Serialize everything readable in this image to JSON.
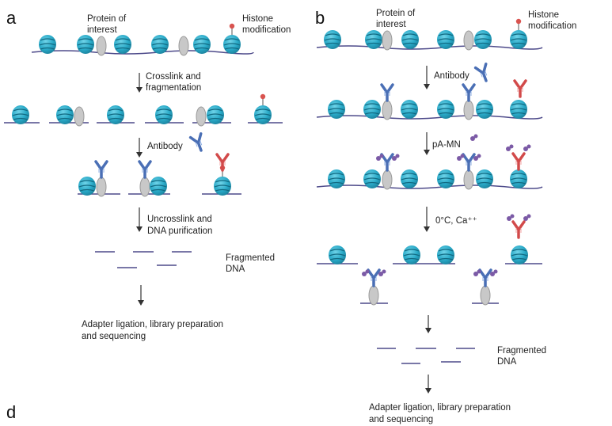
{
  "panel_a": {
    "letter": "a",
    "protein_label": [
      "Protein of",
      "interest"
    ],
    "histone_label": [
      "Histone",
      "modification"
    ],
    "step1": [
      "Crosslink and",
      "fragmentation"
    ],
    "step2": [
      "Antibody"
    ],
    "step3": [
      "Uncrosslink and",
      "DNA purification"
    ],
    "fragmented": [
      "Fragmented",
      "DNA"
    ],
    "final": [
      "Adapter ligation, library preparation",
      "and sequencing"
    ]
  },
  "panel_b": {
    "letter": "b",
    "protein_label": [
      "Protein of",
      "interest"
    ],
    "histone_label": [
      "Histone",
      "modification"
    ],
    "step1": [
      "Antibody"
    ],
    "step2": [
      "pA-MN"
    ],
    "step3": [
      "0°C,  Ca⁺⁺"
    ],
    "fragmented": [
      "Fragmented",
      "DNA"
    ],
    "final": [
      "Adapter ligation, library preparation",
      "and sequencing"
    ]
  },
  "panel_d": {
    "letter": "d"
  },
  "colors": {
    "nucleosome": "#29a9c7",
    "nucleosome_dark": "#1b7f9a",
    "dna": "#4d4a8a",
    "protein": "#c8c8c8",
    "antibody_blue": "#4a6fb5",
    "antibody_red": "#d24a4a",
    "modification": "#d9534f",
    "pamn": "#7b5aa6"
  }
}
